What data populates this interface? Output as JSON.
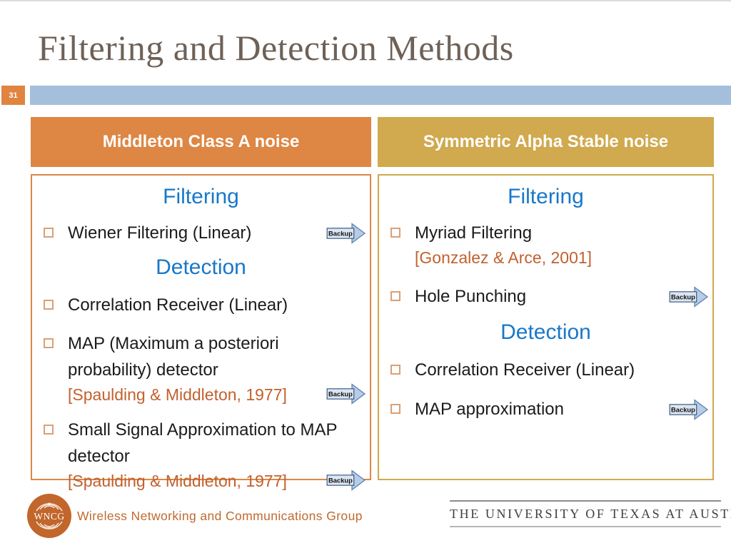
{
  "slide": {
    "title": "Filtering and Detection Methods",
    "number": "31"
  },
  "backup": {
    "label": "Backup"
  },
  "columns": [
    {
      "header": "Middleton Class A noise",
      "rows": [
        {
          "type": "heading",
          "text": "Filtering"
        },
        {
          "type": "bullet",
          "text": "Wiener Filtering (Linear)",
          "backup": true
        },
        {
          "type": "heading",
          "text": "Detection"
        },
        {
          "type": "bullet",
          "text": "Correlation Receiver (Linear)"
        },
        {
          "type": "bullet",
          "text": "MAP (Maximum a posteriori probability) detector",
          "citation": "[Spaulding & Middleton, 1977]",
          "backup": true
        },
        {
          "type": "bullet",
          "text": "Small Signal Approximation to MAP detector",
          "citation": "[Spaulding & Middleton, 1977]",
          "backup": true
        }
      ]
    },
    {
      "header": "Symmetric Alpha Stable noise",
      "rows": [
        {
          "type": "heading",
          "text": "Filtering"
        },
        {
          "type": "bullet",
          "text": "Myriad Filtering",
          "citation": "[Gonzalez & Arce, 2001]"
        },
        {
          "type": "bullet",
          "text": "Hole Punching",
          "backup": true
        },
        {
          "type": "heading",
          "text": "Detection"
        },
        {
          "type": "bullet",
          "text": "Correlation Receiver (Linear)"
        },
        {
          "type": "bullet",
          "text": "MAP approximation",
          "backup": true
        }
      ]
    }
  ],
  "footer": {
    "logo_text": "WNCG",
    "group_name": "Wireless Networking and Communications Group",
    "university": "THE UNIVERSITY OF TEXAS AT AUSTIN"
  },
  "colors": {
    "header_left_bg": "#DE8643",
    "header_right_bg": "#D1A94E",
    "heading_blue": "#1878C8",
    "citation_orange": "#C2612E",
    "title_brown": "#6E6157",
    "bar_blue": "#A3BFDC",
    "badge_orange": "#E08440",
    "bullet_outline": "#D9A077",
    "backup_fill": "#B9CCE5",
    "backup_border": "#5B83B5",
    "logo_orange": "#C2662B"
  }
}
